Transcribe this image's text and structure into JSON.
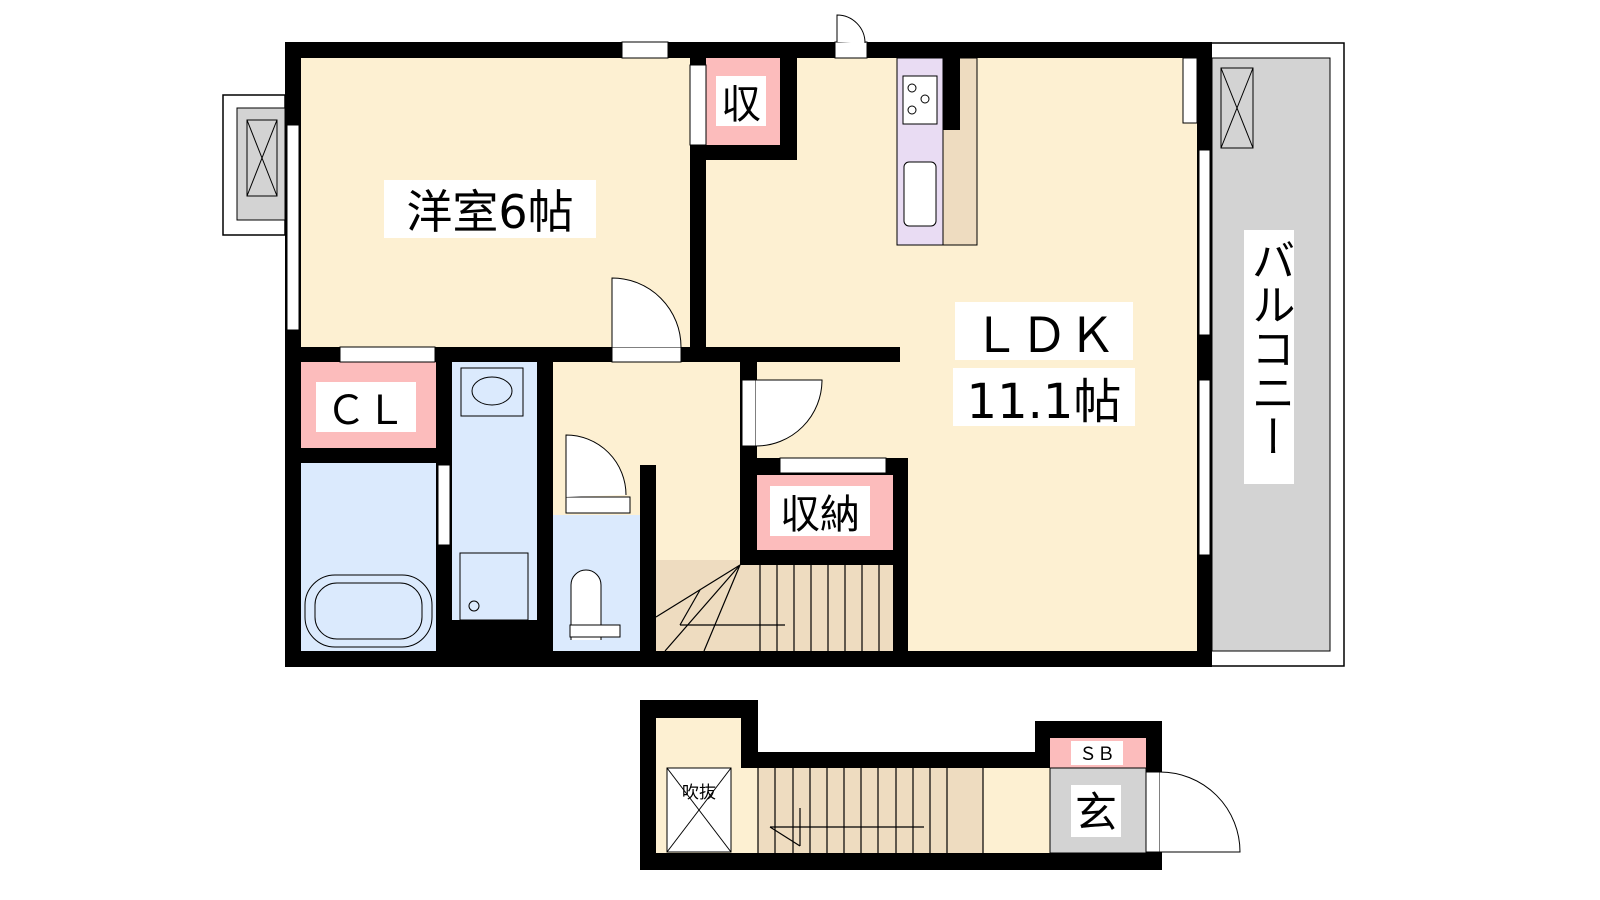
{
  "floorplan": {
    "rooms": {
      "western_room": "洋室6帖",
      "small_storage": "収",
      "closet": "ＣＬ",
      "ldk_name": "ＬＤＫ",
      "ldk_size": "11.1帖",
      "storage": "収納",
      "balcony": "バルコニー",
      "void": "吹抜",
      "shoe_box": "ＳＢ",
      "entrance": "玄"
    },
    "colors": {
      "room": "#fdf0d2",
      "wet": "#dbeafd",
      "storage": "#fcbcbc",
      "stairs": "#eedcc0",
      "balcony": "#d3d3d3",
      "kitchen": "#e9dcf3",
      "wall": "#000000"
    }
  }
}
